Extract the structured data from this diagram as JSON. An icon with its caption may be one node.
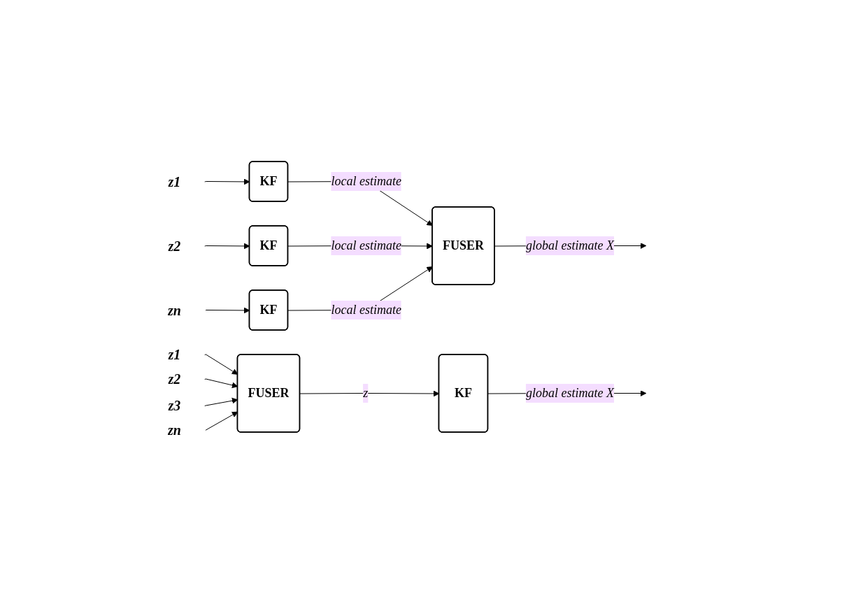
{
  "diagram": {
    "nodes": [
      {
        "text": [
          "z1"
        ]
      },
      {
        "text": [
          "KF"
        ]
      },
      {
        "text": [
          "z2"
        ]
      },
      {
        "text": [
          "KF"
        ]
      },
      {
        "text": [
          "zn"
        ]
      },
      {
        "text": [
          "KF"
        ]
      },
      {
        "text": [
          "FUSER"
        ]
      },
      {
        "text": [
          "z1"
        ]
      },
      {
        "text": [
          "z2"
        ]
      },
      {
        "text": [
          "z3"
        ]
      },
      {
        "text": [
          "zn"
        ]
      },
      {
        "text": [
          "FUSER"
        ]
      },
      {
        "text": [
          "KF"
        ]
      }
    ],
    "edges": [
      {
        "from": 0,
        "to": 1,
        "arrow": "to"
      },
      {
        "from": 2,
        "to": 3,
        "arrow": "to"
      },
      {
        "from": 4,
        "to": 5,
        "arrow": "to"
      },
      {
        "from": 1,
        "to": 6,
        "arrow": "to",
        "label": "local estimate"
      },
      {
        "from": 3,
        "to": 6,
        "arrow": "to",
        "label": "local estimate"
      },
      {
        "from": 5,
        "to": 6,
        "arrow": "to",
        "label": "local estimate"
      },
      {
        "from": 6,
        "to": null,
        "arrow": "to",
        "label": "global estimate X"
      },
      {
        "from": 7,
        "to": 11,
        "arrow": "to"
      },
      {
        "from": 8,
        "to": 11,
        "arrow": "to"
      },
      {
        "from": 9,
        "to": 11,
        "arrow": "to"
      },
      {
        "from": 10,
        "to": 11,
        "arrow": "to"
      },
      {
        "from": 11,
        "to": 12,
        "arrow": "to",
        "label": "z"
      },
      {
        "from": 12,
        "to": null,
        "arrow": "to",
        "label": "global estimate X"
      }
    ]
  }
}
